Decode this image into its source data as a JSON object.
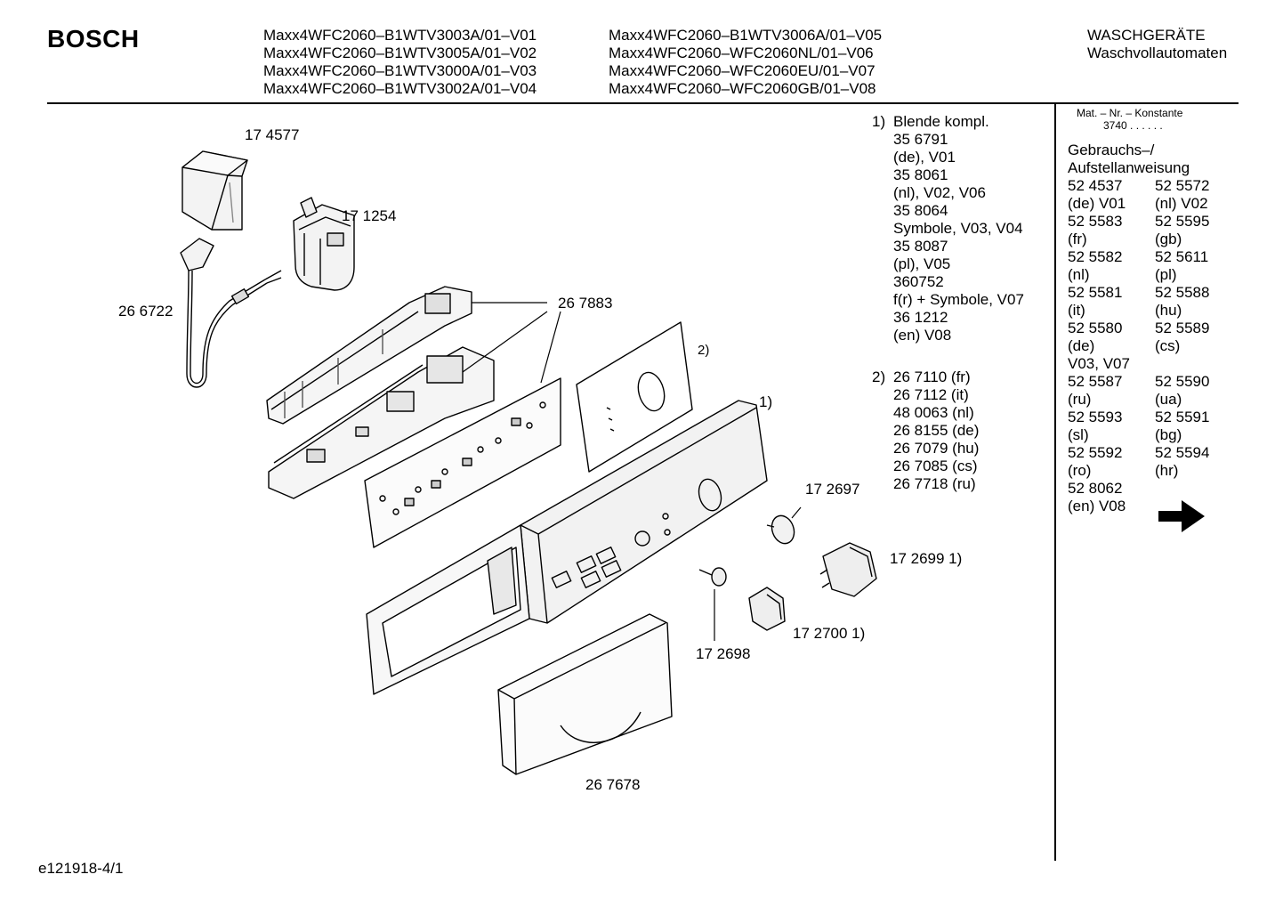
{
  "header": {
    "brand": "BOSCH",
    "models_col1": [
      "Maxx4WFC2060–B1WTV3003A/01–V01",
      "Maxx4WFC2060–B1WTV3005A/01–V02",
      "Maxx4WFC2060–B1WTV3000A/01–V03",
      "Maxx4WFC2060–B1WTV3002A/01–V04"
    ],
    "models_col2": [
      "Maxx4WFC2060–B1WTV3006A/01–V05",
      "Maxx4WFC2060–WFC2060NL/01–V06",
      "Maxx4WFC2060–WFC2060EU/01–V07",
      "Maxx4WFC2060–WFC2060GB/01–V08"
    ],
    "category_line1": "WASCHGERÄTE",
    "category_line2": "Waschvollautomaten"
  },
  "part_labels": {
    "p174577": "17 4577",
    "p171254": "17 1254",
    "p266722": "26 6722",
    "p267883": "26 7883",
    "note2_marker": "2)",
    "note1_marker": "1)",
    "p172697": "17 2697",
    "p172699": "17 2699 1)",
    "p172700": "17 2700 1)",
    "p172698": "17 2698",
    "p267678": "26 7678"
  },
  "notes": {
    "note1_num": "1)",
    "note1_lines": [
      "Blende kompl.",
      "35 6791",
      "(de), V01",
      "35 8061",
      "(nl), V02, V06",
      "35 8064",
      "Symbole, V03, V04",
      "35 8087",
      "(pl), V05",
      "360752",
      "f(r) + Symbole, V07",
      "36 1212",
      "(en) V08"
    ],
    "note2_num": "2)",
    "note2_lines": [
      "26 7110 (fr)",
      "26 7112 (it)",
      "48 0063 (nl)",
      "26 8155 (de)",
      "26 7079 (hu)",
      "26 7085 (cs)",
      "26 7718 (ru)"
    ]
  },
  "sidebar": {
    "mat_nr_label": "Mat. – Nr. – Konstante",
    "mat_nr_value": "3740 .  .  .  .  .  .",
    "manual_title_1": "Gebrauchs–/",
    "manual_title_2": "Aufstellanweisung",
    "manual_rows": [
      [
        "52 4537",
        "52 5572"
      ],
      [
        "(de) V01",
        "(nl) V02"
      ],
      [
        "52 5583",
        "52 5595"
      ],
      [
        "(fr)",
        "(gb)"
      ],
      [
        "52 5582",
        "52 5611"
      ],
      [
        "(nl)",
        "(pl)"
      ],
      [
        "52 5581",
        "52 5588"
      ],
      [
        "(it)",
        "(hu)"
      ],
      [
        "52 5580",
        "52 5589"
      ],
      [
        "(de)",
        "(cs)"
      ],
      [
        "V03, V07",
        ""
      ],
      [
        "52 5587",
        "52 5590"
      ],
      [
        "(ru)",
        "(ua)"
      ],
      [
        "52 5593",
        "52 5591"
      ],
      [
        "(sl)",
        "(bg)"
      ],
      [
        "52 5592",
        "52 5594"
      ],
      [
        "(ro)",
        "(hr)"
      ],
      [
        "52 8062",
        ""
      ],
      [
        "(en) V08",
        ""
      ]
    ],
    "next_page_icon": "arrow-right-icon"
  },
  "footer": {
    "drawing_id": "e121918-4/1"
  }
}
